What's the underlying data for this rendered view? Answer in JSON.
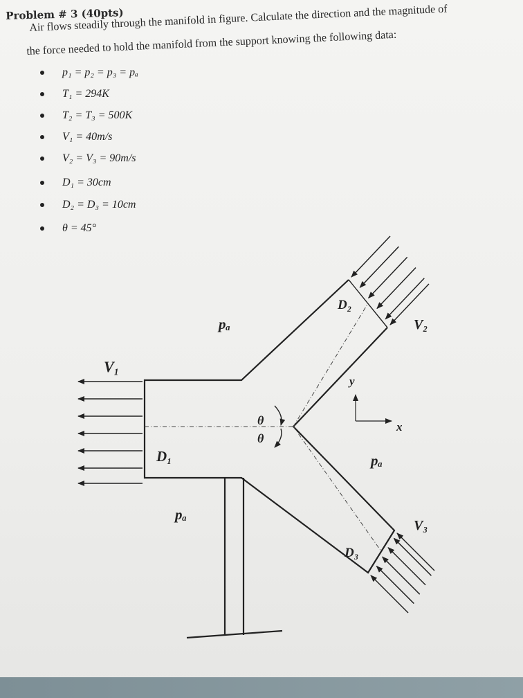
{
  "problem": {
    "title": "Problem # 3 (40pts)",
    "statement_line1": "Air flows steadily through the manifold in figure. Calculate the direction and the magnitude of",
    "statement_line2": "the force needed to hold the manifold from the support knowing the following data:"
  },
  "given_data": [
    "p₁ = p₂ = p₃ = pₐ",
    "T₁ = 294K",
    "T₂ = T₃ = 500K",
    "V₁ = 40m/s",
    "V₂ = V₃ = 90m/s",
    "D₁ = 30cm",
    "D₂ = D₃ = 10cm",
    "θ = 45°"
  ],
  "figure": {
    "labels": {
      "v1": "V₁",
      "v2": "V₂",
      "v3": "V₃",
      "d1": "D₁",
      "d2": "D₂",
      "d3": "D₃",
      "pa_top": "pₐ",
      "pa_right": "pₐ",
      "pa_bottom": "pₐ",
      "theta_upper": "θ",
      "theta_lower": "θ",
      "axis_x": "x",
      "axis_y": "y"
    }
  }
}
